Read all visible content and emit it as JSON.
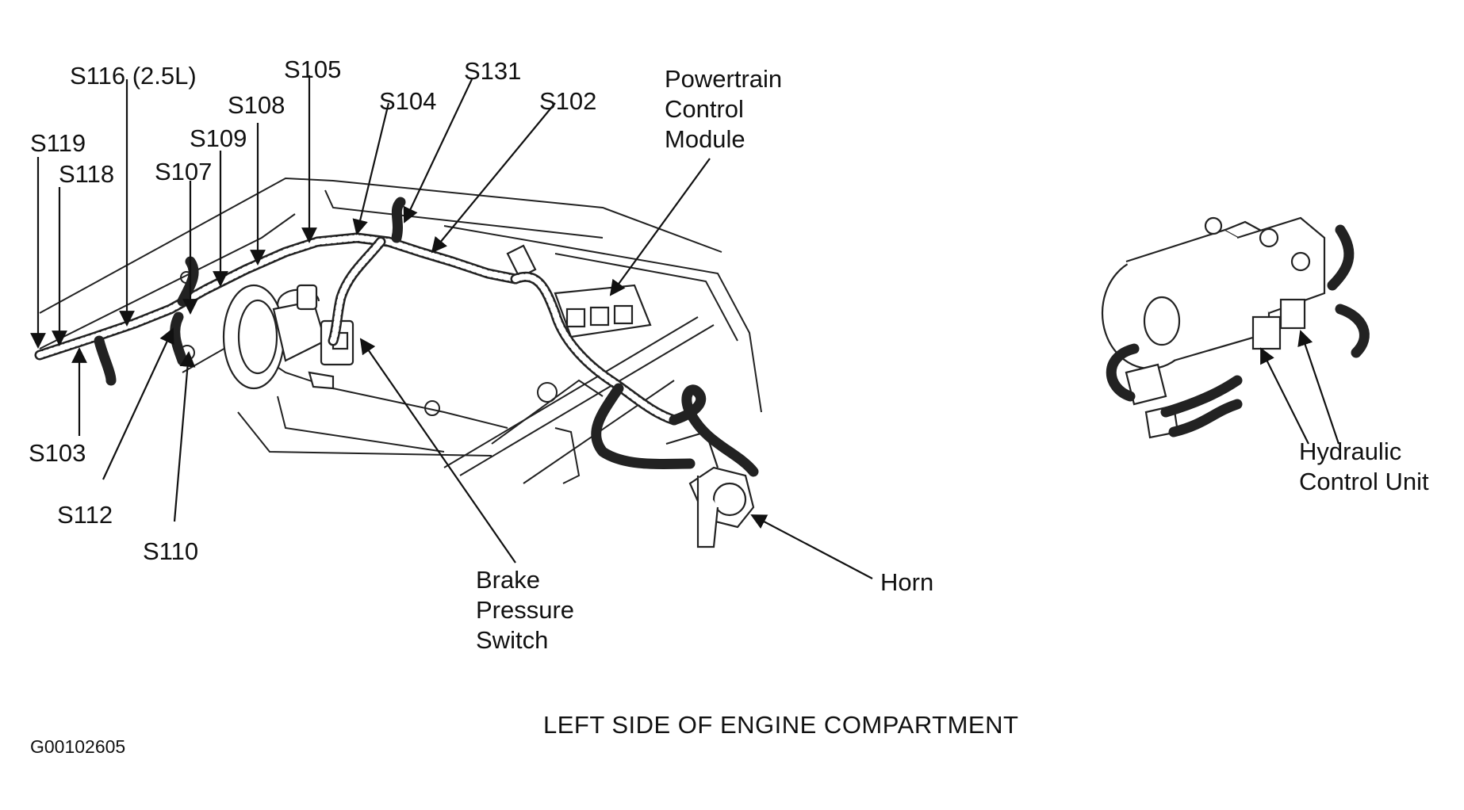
{
  "labels": {
    "s116": "S116 (2.5L)",
    "s105": "S105",
    "s131": "S131",
    "s108": "S108",
    "s104": "S104",
    "s102": "S102",
    "s119": "S119",
    "s109": "S109",
    "s118": "S118",
    "s107": "S107",
    "s103": "S103",
    "s112": "S112",
    "s110": "S110",
    "pcm": [
      "Powertrain",
      "Control",
      "Module"
    ],
    "brake": [
      "Brake",
      "Pressure",
      "Switch"
    ],
    "horn": "Horn",
    "hcu": [
      "Hydraulic",
      "Control Unit"
    ]
  },
  "title": "LEFT SIDE OF ENGINE COMPARTMENT",
  "figure_id": "G00102605"
}
